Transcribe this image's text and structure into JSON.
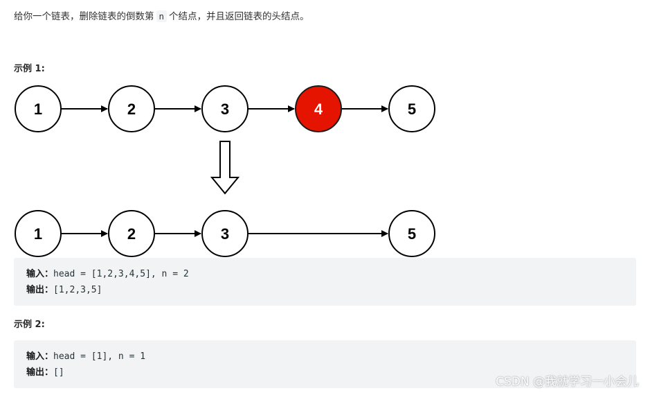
{
  "description": {
    "before": "给你一个链表，删除链表的倒数第",
    "code": "n",
    "after": "个结点，并且返回链表的头结点。"
  },
  "example1": {
    "title": "示例 1:",
    "diagram": {
      "before_nodes": [
        "1",
        "2",
        "3",
        "4",
        "5"
      ],
      "removed_node": "4",
      "after_nodes": [
        "1",
        "2",
        "3",
        "5"
      ],
      "removed_color": "#e51400"
    },
    "input_label": "输入：",
    "input_value": "head = [1,2,3,4,5], n = 2",
    "output_label": "输出：",
    "output_value": "[1,2,3,5]"
  },
  "example2": {
    "title": "示例 2:",
    "input_label": "输入：",
    "input_value": "head = [1], n = 1",
    "output_label": "输出：",
    "output_value": "[]"
  },
  "watermark": "CSDN @我就学习一小会儿"
}
